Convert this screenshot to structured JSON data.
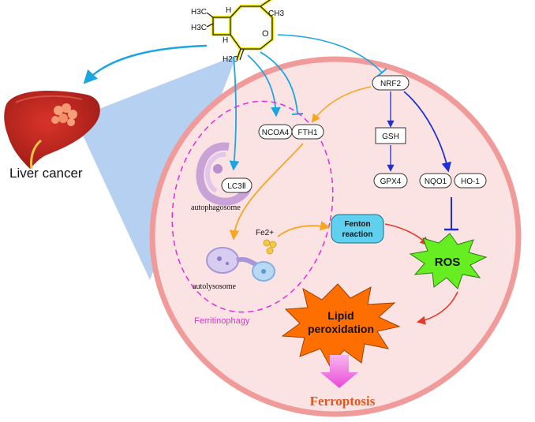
{
  "molecule": {
    "labels": [
      "H3C",
      "H3C",
      "H",
      "CH3",
      "O",
      "H",
      "H2C"
    ]
  },
  "organ": {
    "label": "Liver cancer"
  },
  "targets": {
    "nrf2": "NRF2",
    "ncoa4": "NCOA4",
    "fth1": "FTH1",
    "gsh": "GSH",
    "gpx4": "GPX4",
    "nqo1": "NQO1",
    "ho1": "HO-1",
    "lc3": "LC3Ⅱ"
  },
  "processes": {
    "autophagosome": "autophagosome",
    "autolysosome": "autolysosome",
    "fe2": "Fe2+",
    "fenton_line1": "Fenton",
    "fenton_line2": "reaction",
    "ros": "ROS",
    "lipid_line1": "Lipid",
    "lipid_line2": "peroxidation",
    "ferritinophagy": "Ferritinophagy",
    "ferroptosis": "Ferroptosis"
  },
  "colors": {
    "cell_fill": "#fbe3e3",
    "cell_border": "#f19a9a",
    "cone": "#a9c8ef",
    "molecule_yellow": "#f4ee00",
    "cyan_arrow": "#1ba6e0",
    "blue_arrow": "#1f2fd6",
    "orange_arrow": "#f5a623",
    "red_arrow": "#e53b2a",
    "ros_fill": "#66ee22",
    "lipid_fill": "#ff6f00",
    "fenton_fill": "#5fd0ee",
    "ferritinophagy_text": "#e62bd8",
    "ferroptosis_text": "#e8561f",
    "pink_arrow": "#f06ee0"
  }
}
